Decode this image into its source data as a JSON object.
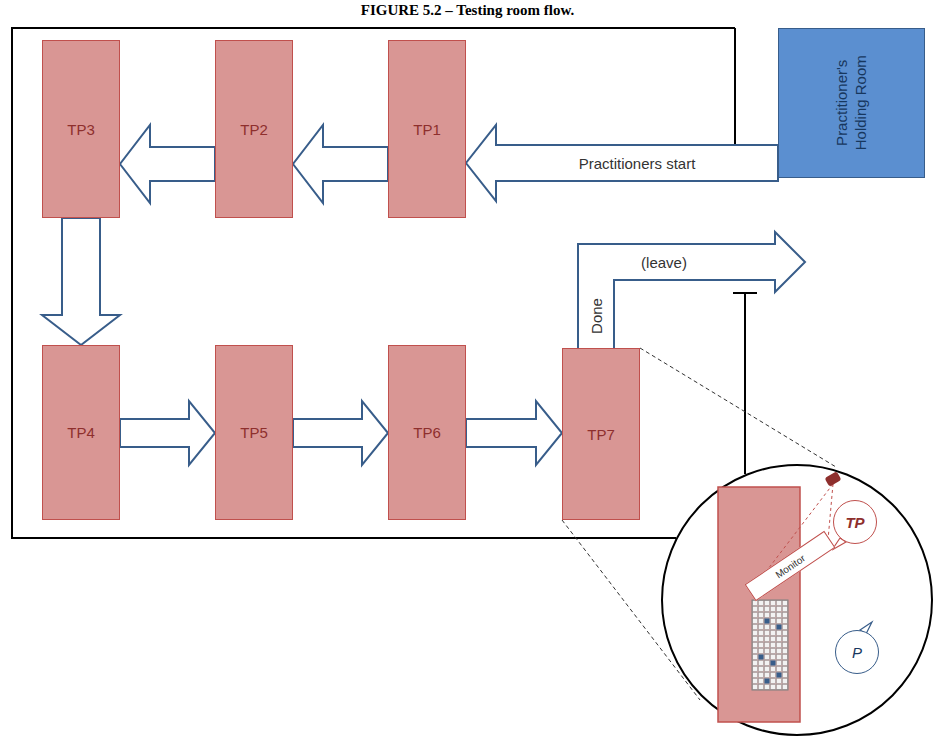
{
  "diagram": {
    "title": "FIGURE 5.2 – Testing room flow.",
    "nodes": [
      {
        "text": [
          "Practitioner's Holding Room"
        ]
      },
      {
        "text": [
          "TP1"
        ]
      },
      {
        "text": [
          "TP2"
        ]
      },
      {
        "text": [
          "TP3"
        ]
      },
      {
        "text": [
          "TP4"
        ]
      },
      {
        "text": [
          "TP5"
        ]
      },
      {
        "text": [
          "TP6"
        ]
      },
      {
        "text": [
          "TP7"
        ]
      },
      {
        "text": [
          "Monitor"
        ]
      },
      {
        "text": [
          "TP"
        ]
      },
      {
        "text": [
          "P"
        ]
      }
    ],
    "edges": [
      {
        "from": 0,
        "to": 1,
        "label": "Practitioners start",
        "arrow": "to"
      },
      {
        "from": 1,
        "to": 2,
        "arrow": "to"
      },
      {
        "from": 2,
        "to": 3,
        "arrow": "to"
      },
      {
        "from": 3,
        "to": 4,
        "arrow": "to"
      },
      {
        "from": 4,
        "to": 5,
        "arrow": "to"
      },
      {
        "from": 5,
        "to": 6,
        "arrow": "to"
      },
      {
        "from": 6,
        "to": 7,
        "arrow": "to"
      }
    ],
    "labels": [
      "Done",
      "(leave)"
    ]
  }
}
